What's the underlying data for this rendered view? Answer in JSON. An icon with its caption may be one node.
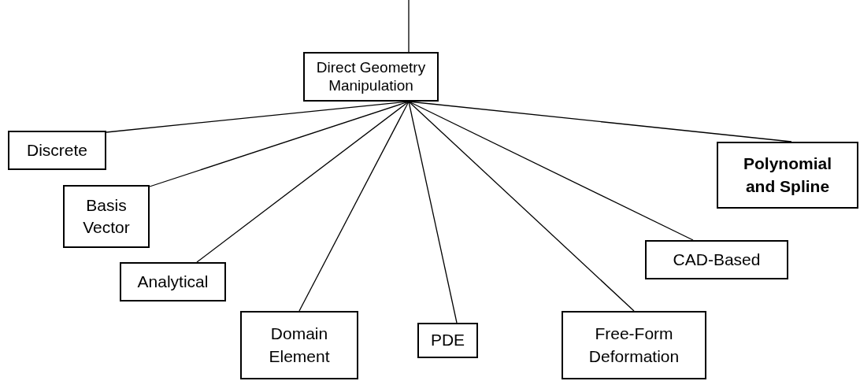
{
  "diagram": {
    "nodes": [
      {
        "text": [
          "Direct Geometry Manipulation"
        ]
      },
      {
        "text": [
          "Discrete"
        ]
      },
      {
        "text": [
          "Basis Vector"
        ]
      },
      {
        "text": [
          "Analytical"
        ]
      },
      {
        "text": [
          "Domain Element"
        ]
      },
      {
        "text": [
          "PDE"
        ]
      },
      {
        "text": [
          "Free-Form Deformation"
        ]
      },
      {
        "text": [
          "CAD-Based"
        ]
      },
      {
        "text": [
          "Polynomial and Spline"
        ]
      }
    ],
    "edges": [
      {
        "from": null,
        "to": 0,
        "arrow": "none"
      },
      {
        "from": 0,
        "to": 1,
        "arrow": "none"
      },
      {
        "from": 0,
        "to": 2,
        "arrow": "none"
      },
      {
        "from": 0,
        "to": 3,
        "arrow": "none"
      },
      {
        "from": 0,
        "to": 4,
        "arrow": "none"
      },
      {
        "from": 0,
        "to": 5,
        "arrow": "none"
      },
      {
        "from": 0,
        "to": 6,
        "arrow": "none"
      },
      {
        "from": 0,
        "to": 7,
        "arrow": "none"
      },
      {
        "from": 0,
        "to": 8,
        "arrow": "none"
      }
    ]
  }
}
